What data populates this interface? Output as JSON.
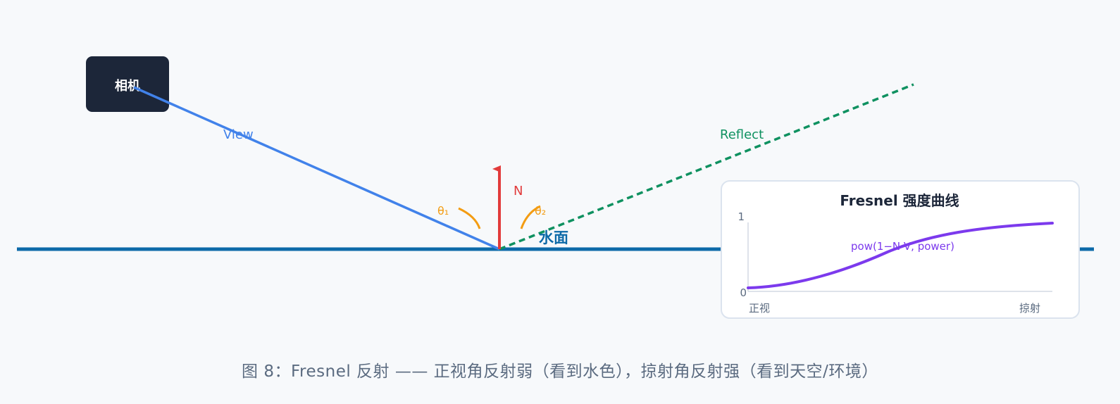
{
  "diagram": {
    "camera_label": "相机",
    "view_label": "View",
    "reflect_label": "Reflect",
    "normal_label": "N",
    "theta1_label": "θ₁",
    "theta2_label": "θ₂",
    "water_label": "水面",
    "colors": {
      "water": "#0d6aa8",
      "view": "#4182ea",
      "reflect": "#0f9160",
      "normal": "#e23b3b",
      "angle": "#f39c12",
      "camera_box": "#1c2639",
      "curve": "#7c3aed"
    }
  },
  "inset": {
    "title": "Fresnel 强度曲线",
    "y_max_label": "1",
    "y_min_label": "0",
    "formula": "pow(1−N·V, power)",
    "x_left_label": "正视",
    "x_right_label": "掠射"
  },
  "caption": "图 8：Fresnel 反射 —— 正视角反射弱（看到水色），掠射角反射强（看到天空/环境）"
}
